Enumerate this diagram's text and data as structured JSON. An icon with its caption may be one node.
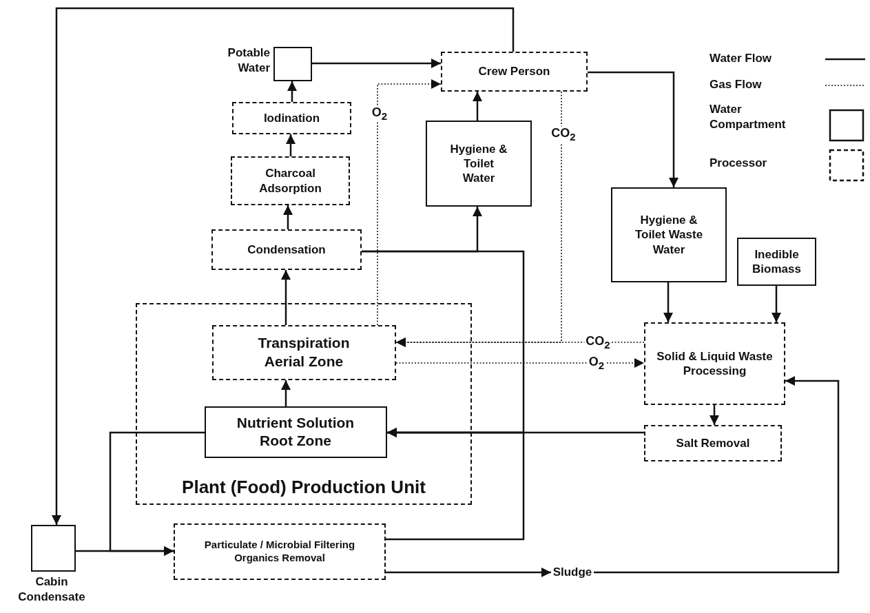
{
  "diagram": {
    "nodes": [
      {
        "text": [],
        "shape": "box",
        "beside": [
          "Potable Water"
        ]
      },
      {
        "text": [
          "Crew Person"
        ]
      },
      {
        "text": [
          "Iodination"
        ]
      },
      {
        "text": [
          "Charcoal Adsorption"
        ]
      },
      {
        "text": [
          "Condensation"
        ]
      },
      {
        "text": [
          "Hygiene & Toilet Water"
        ]
      },
      {
        "text": [
          "Hygiene & Toilet Waste Water"
        ]
      },
      {
        "text": [
          "Inedible Biomass"
        ]
      },
      {
        "text": [
          "Plant (Food) Production Unit"
        ]
      },
      {
        "text": [
          "Transpiration Aerial Zone"
        ],
        "in": 8
      },
      {
        "text": [
          "Nutrient Solution Root Zone"
        ],
        "in": 8
      },
      {
        "text": [
          "Solid & Liquid Waste Processing"
        ]
      },
      {
        "text": [
          "Salt Removal"
        ]
      },
      {
        "text": [],
        "shape": "box",
        "beside": [
          "Cabin Condensate"
        ]
      },
      {
        "text": [
          "Particulate / Microbial Filtering Organics Removal"
        ]
      },
      {
        "text": [
          "Sludge"
        ]
      }
    ],
    "edges": [
      {
        "from": 1,
        "to": 13,
        "arrow": "to"
      },
      {
        "from": 0,
        "to": 1,
        "arrow": "to"
      },
      {
        "from": 2,
        "to": 0,
        "arrow": "to"
      },
      {
        "from": 3,
        "to": 2,
        "arrow": "to"
      },
      {
        "from": 4,
        "to": 3,
        "arrow": "to"
      },
      {
        "from": 9,
        "to": 4,
        "arrow": "to"
      },
      {
        "from": 4,
        "to": 5,
        "arrow": "to"
      },
      {
        "from": 4,
        "to": 10,
        "arrow": "to"
      },
      {
        "from": 5,
        "to": 1,
        "arrow": "to"
      },
      {
        "from": 1,
        "to": 6,
        "arrow": "to"
      },
      {
        "from": 6,
        "to": 11,
        "arrow": "to"
      },
      {
        "from": 7,
        "to": 11,
        "arrow": "to"
      },
      {
        "from": 11,
        "to": 12,
        "arrow": "to"
      },
      {
        "from": 12,
        "to": 10,
        "arrow": "to"
      },
      {
        "from": 10,
        "to": 9,
        "arrow": "to"
      },
      {
        "from": 10,
        "to": 14,
        "arrow": "to"
      },
      {
        "from": 13,
        "to": 14,
        "arrow": "to"
      },
      {
        "from": 14,
        "to": 10,
        "arrow": "to"
      },
      {
        "from": 14,
        "to": 15,
        "arrow": "to"
      },
      {
        "from": 15,
        "to": 11,
        "arrow": "to"
      },
      {
        "from": 9,
        "to": 1,
        "arrow": "to",
        "label": "O$_{2}$",
        "style": "dashed"
      },
      {
        "from": 1,
        "to": 9,
        "arrow": "to",
        "label": "CO$_{2}$",
        "style": "dashed"
      },
      {
        "from": 11,
        "to": 9,
        "arrow": "to",
        "label": "CO$_{2}$",
        "style": "dashed"
      },
      {
        "from": 9,
        "to": 11,
        "arrow": "to",
        "label": "O$_{2}$",
        "style": "dashed"
      }
    ],
    "legend": [
      {
        "text": "Water Flow"
      },
      {
        "text": "Gas Flow"
      },
      {
        "text": "Water Compartment"
      },
      {
        "text": "Processor"
      }
    ]
  }
}
